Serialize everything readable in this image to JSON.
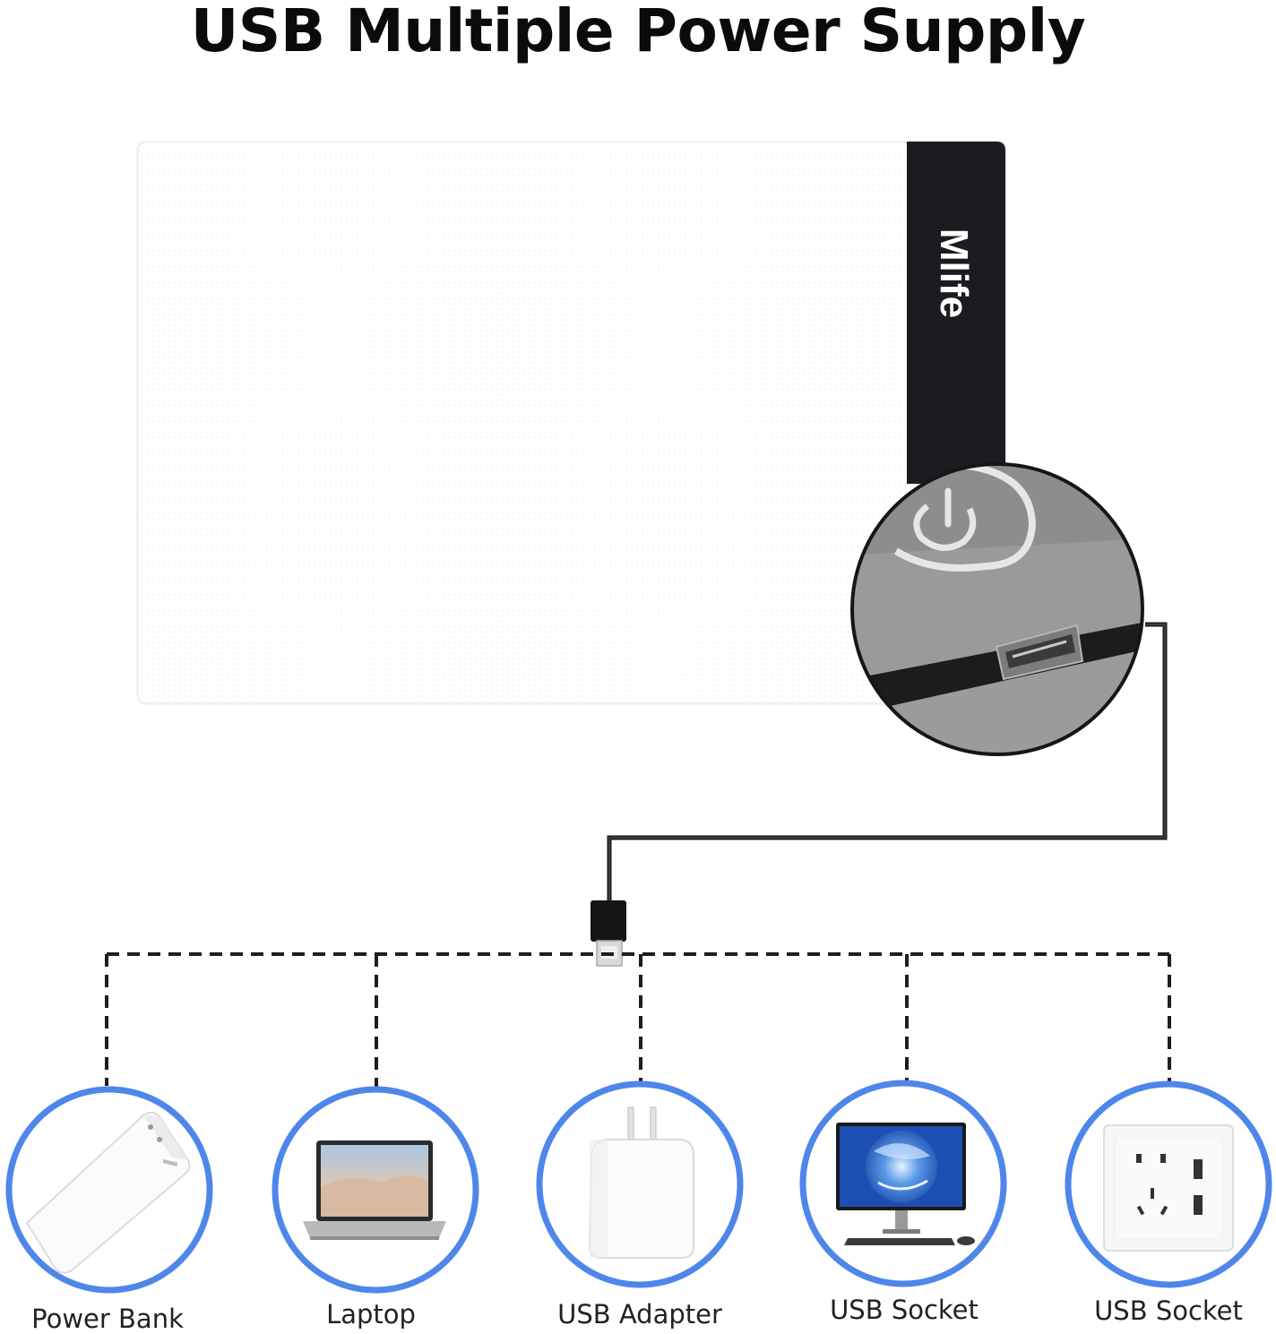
{
  "title": "USB Multiple Power Supply",
  "brand": "Mlife",
  "colors": {
    "ring": "#4e86ea",
    "panel": "#ffffff",
    "bar": "#1b1c20",
    "cable": "#1a1a1a"
  },
  "power_sources": [
    {
      "label": "Power Bank",
      "icon": "power-bank-icon"
    },
    {
      "label": "Laptop",
      "icon": "laptop-icon"
    },
    {
      "label": "USB Adapter",
      "icon": "usb-adapter-icon"
    },
    {
      "label": "USB Socket",
      "icon": "desktop-monitor-icon"
    },
    {
      "label": "USB Socket",
      "icon": "wall-socket-icon"
    }
  ]
}
